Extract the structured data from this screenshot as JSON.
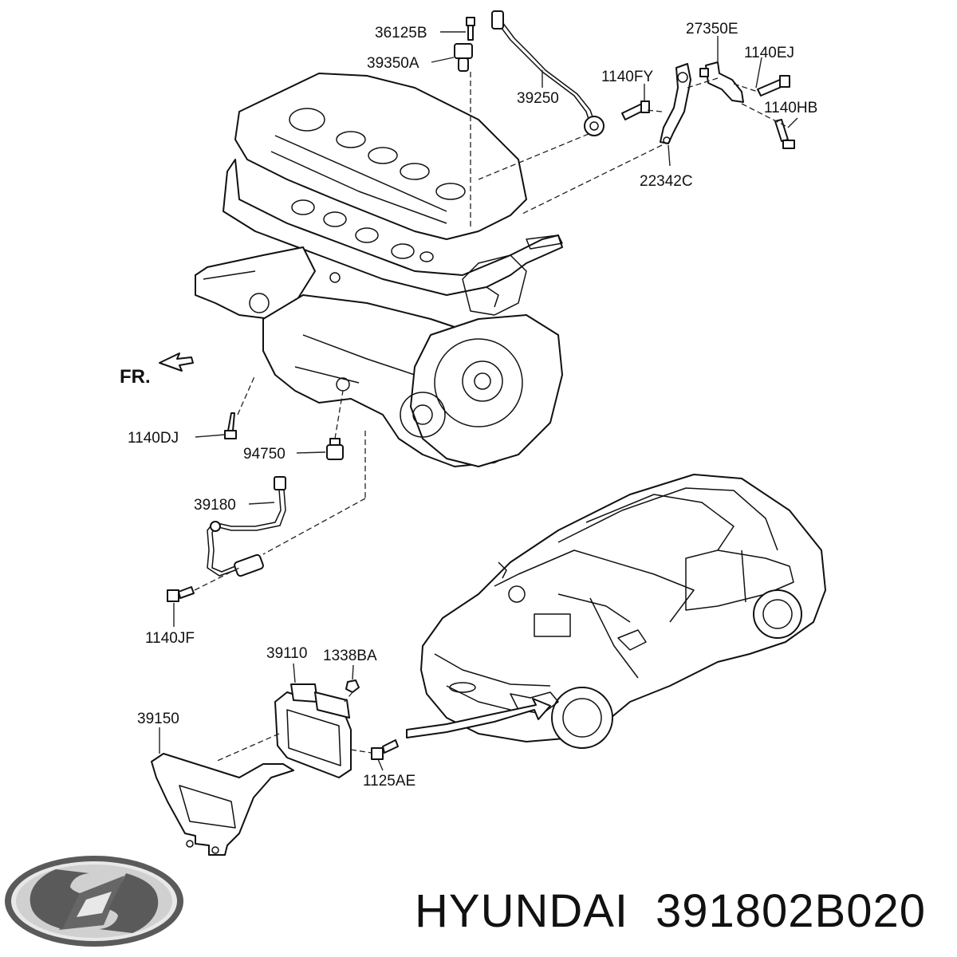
{
  "brand": {
    "name": "HYUNDAI",
    "part_number": "391802B020"
  },
  "direction_label": "FR.",
  "callouts": {
    "c36125B": "36125B",
    "c39350A": "39350A",
    "c39250": "39250",
    "c27350E": "27350E",
    "c1140EJ": "1140EJ",
    "c1140FY": "1140FY",
    "c1140HB": "1140HB",
    "c22342C": "22342C",
    "c1140DJ": "1140DJ",
    "c94750": "94750",
    "c39180": "39180",
    "c1140JF": "1140JF",
    "c39110": "39110",
    "c1338BA": "1338BA",
    "c39150": "39150",
    "c1125AE": "1125AE"
  },
  "colors": {
    "line": "#111111",
    "background": "#ffffff",
    "logo_outline": "#444444"
  }
}
